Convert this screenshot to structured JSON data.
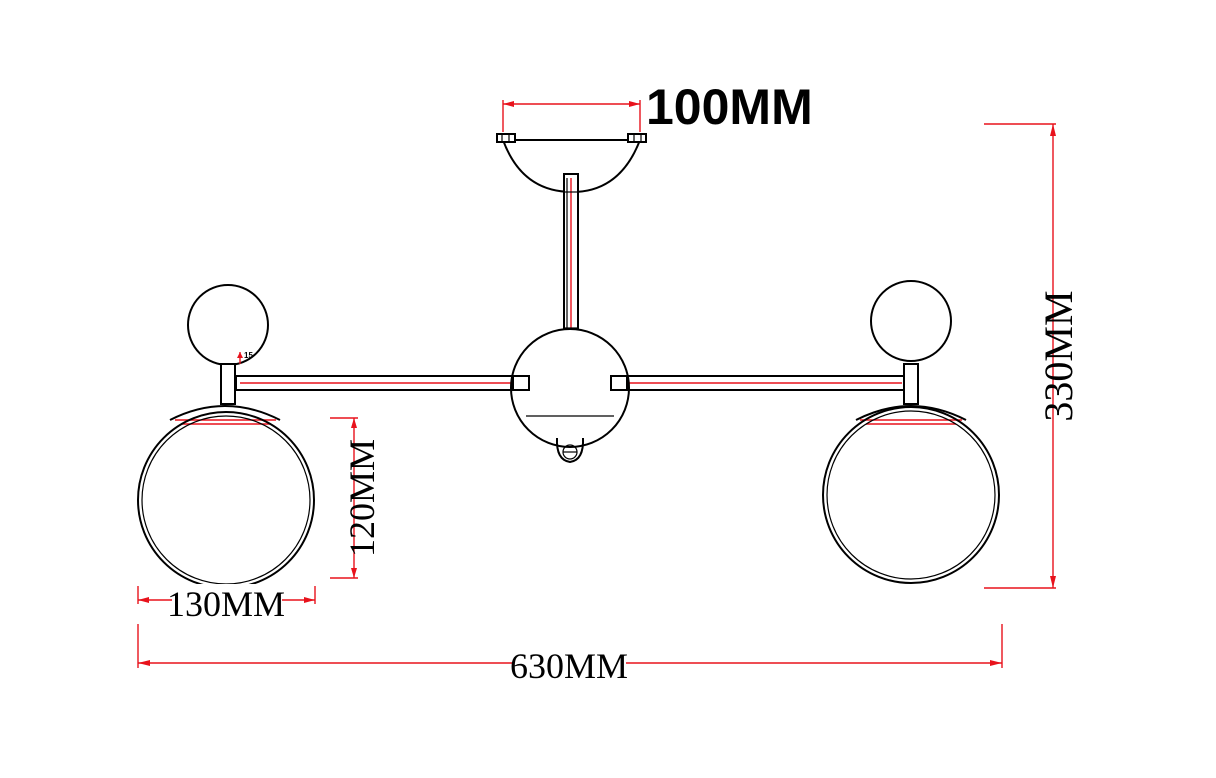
{
  "diagram": {
    "dimensions": {
      "canopy_width": "100MM",
      "total_height": "330MM",
      "globe_height": "120MM",
      "globe_width": "130MM",
      "total_width": "630MM",
      "small_tag": "15"
    },
    "colors": {
      "line": "#000000",
      "dimension": "#e8121c",
      "background": "#ffffff"
    }
  }
}
